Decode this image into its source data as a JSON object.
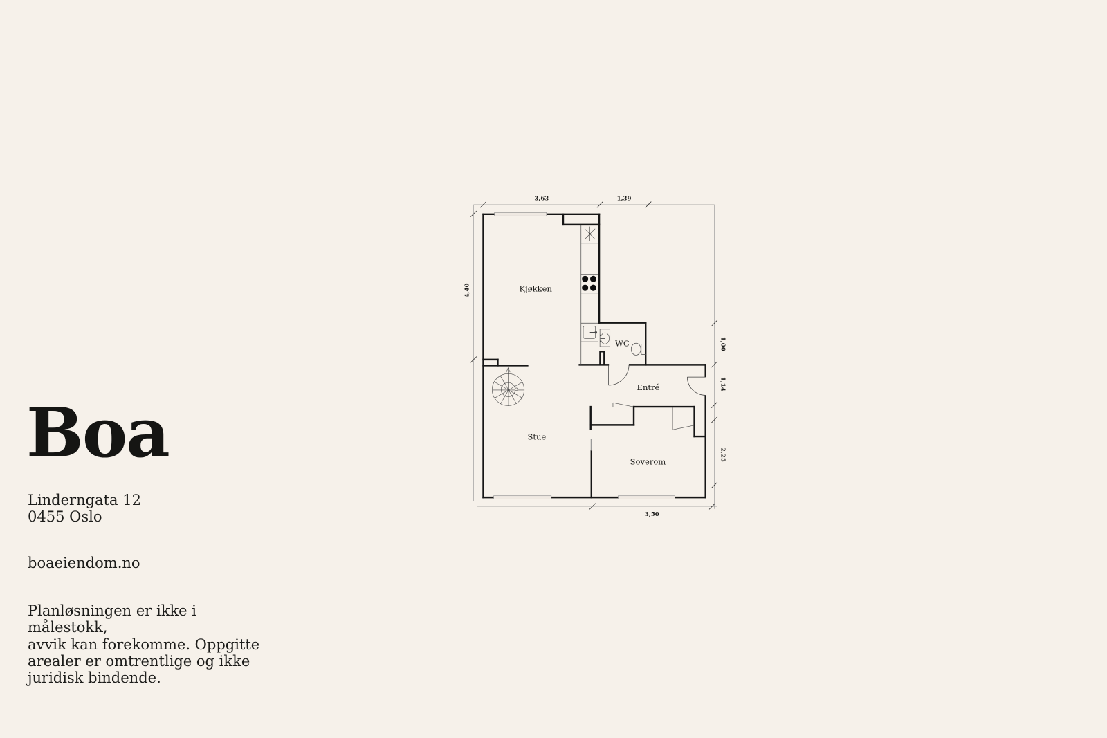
{
  "page": {
    "background_color": "#f6f1ea",
    "text_color": "#1d1d1b"
  },
  "sidebar": {
    "logo": "Boa",
    "address_line1": "Linderngata 12",
    "address_line2": "0455 Oslo",
    "website": "boaeiendom.no",
    "disclaimer_lines": [
      "Planløsningen er ikke i målestokk,",
      "avvik kan forekomme. Oppgitte",
      "arealer er omtrentlige og ikke",
      "juridisk bindende."
    ]
  },
  "floorplan": {
    "rooms": {
      "kitchen": "Kjøkken",
      "wc": "WC",
      "entry": "Entré",
      "living": "Stue",
      "bedroom": "Soverom"
    },
    "dimensions": {
      "top_left": "3,63",
      "top_right": "1,39",
      "left": "4,40",
      "right_top": "1,00",
      "right_middle": "1,14",
      "right_bottom": "2,25",
      "bottom": "3,50"
    },
    "colors": {
      "wall": "#161616",
      "thin_line": "#4a4a4a",
      "dim_line": "#969696",
      "tick": "#2e2e2e",
      "window_fill": "#efe9e2",
      "window_stroke": "#8f8f8f"
    },
    "fixtures": [
      "spiral-staircase",
      "stove",
      "kitchen-sink",
      "wc-sink",
      "toilet",
      "extractor-fan",
      "wardrobes",
      "windows",
      "doors"
    ]
  }
}
